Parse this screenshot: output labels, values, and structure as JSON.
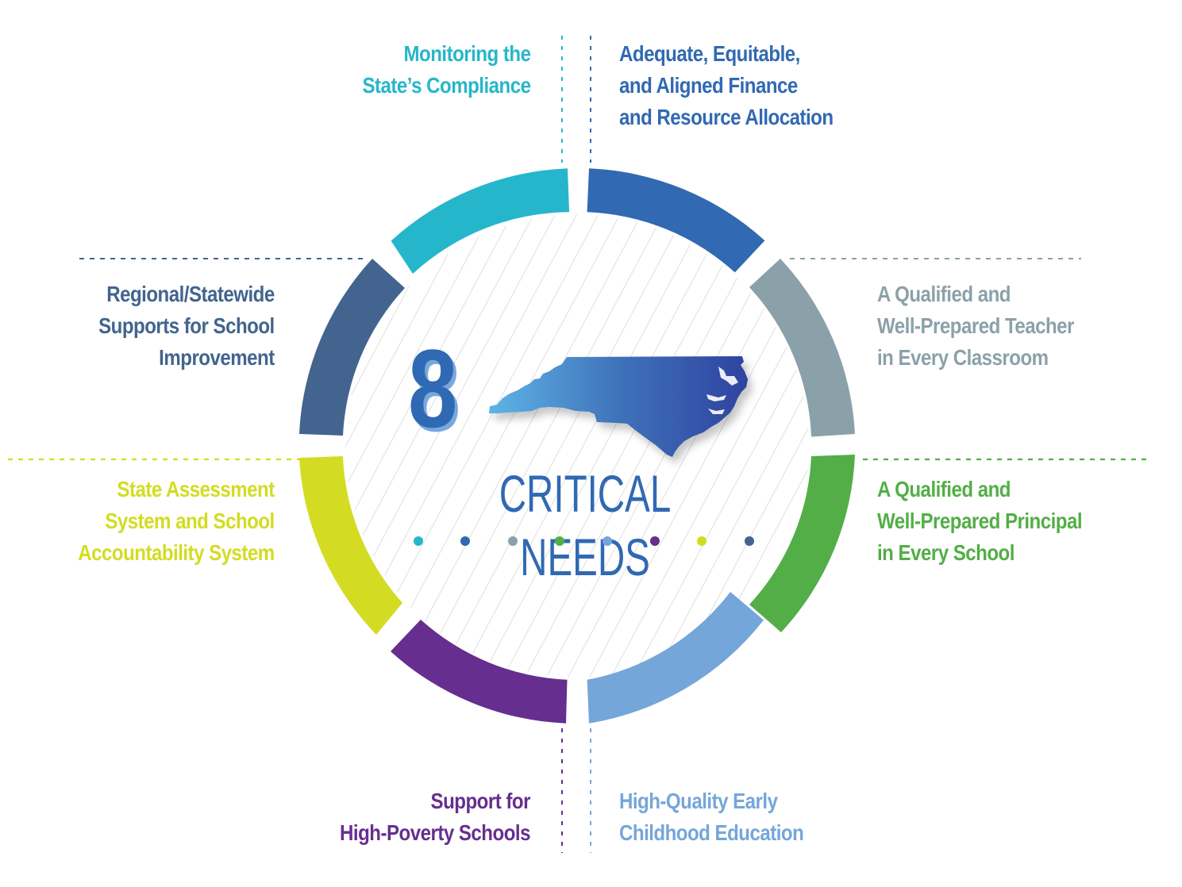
{
  "title": {
    "number": "8",
    "text": "CRITICAL NEEDS"
  },
  "needs": [
    {
      "id": "monitoring",
      "lines": [
        "Monitoring the",
        "State’s Compliance"
      ],
      "color": "#26b6cb"
    },
    {
      "id": "finance",
      "lines": [
        "Adequate, Equitable,",
        "and Aligned Finance",
        "and Resource Allocation"
      ],
      "color": "#3169b2"
    },
    {
      "id": "teacher",
      "lines": [
        "A Qualified and",
        "Well-Prepared Teacher",
        "in Every Classroom"
      ],
      "color": "#8ba1aa"
    },
    {
      "id": "principal",
      "lines": [
        "A Qualified and",
        "Well-Prepared Principal",
        "in Every School"
      ],
      "color": "#53ae47"
    },
    {
      "id": "early-childhood",
      "lines": [
        "High-Quality Early",
        "Childhood Education"
      ],
      "color": "#75a6d9"
    },
    {
      "id": "high-poverty",
      "lines": [
        "Support for",
        "High-Poverty Schools"
      ],
      "color": "#662e8f"
    },
    {
      "id": "assessment",
      "lines": [
        "State Assessment",
        "System and School",
        "Accountability System"
      ],
      "color": "#d3dc22"
    },
    {
      "id": "regional",
      "lines": [
        "Regional/Statewide",
        "Supports for School",
        "Improvement"
      ],
      "color": "#42648e"
    }
  ],
  "dots": [
    "#26b6cb",
    "#3169b2",
    "#8ba1aa",
    "#53ae47",
    "#75a6d9",
    "#662e8f",
    "#d3dc22",
    "#42648e"
  ],
  "map": {
    "name": "North Carolina",
    "gradient": [
      "#5fb4e6",
      "#2e43a0"
    ]
  },
  "colors": {
    "hatch": "#d8d8d8",
    "title": "#3069b3",
    "eight_shadow": "#78a8dc"
  }
}
